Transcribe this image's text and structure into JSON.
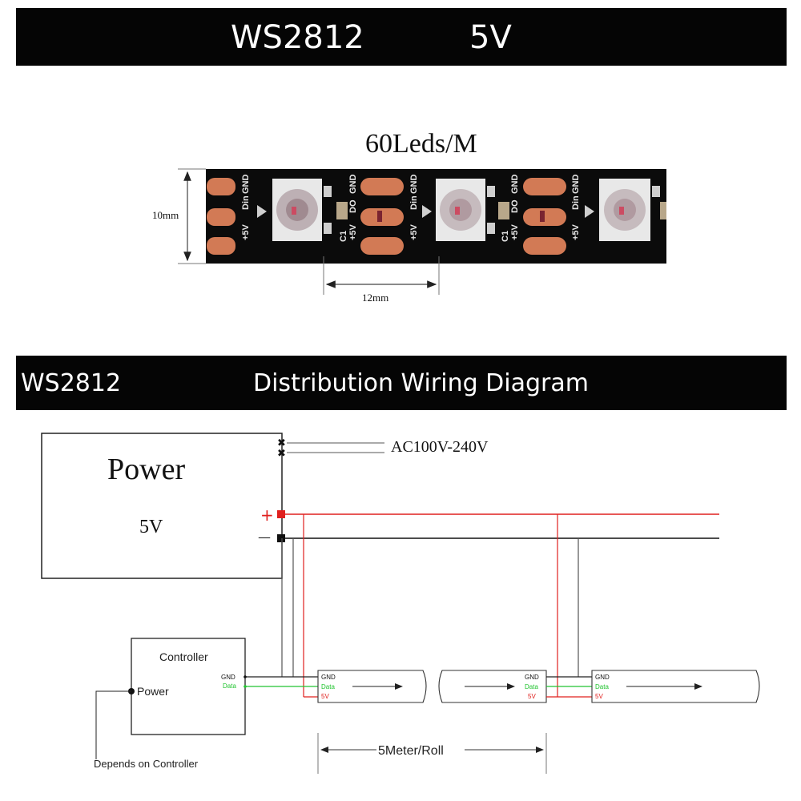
{
  "header": {
    "model": "WS2812",
    "voltage": "5V"
  },
  "strip": {
    "density": "60Leds/M",
    "width_label": "10mm",
    "pitch_label": "12mm",
    "pad_labels": {
      "din": "Din",
      "gnd": "GND",
      "plus5v": "+5V",
      "do": "DO",
      "cap": "C1"
    }
  },
  "section": {
    "model": "WS2812",
    "title": "Distribution Wiring Diagram"
  },
  "diagram": {
    "power_title": "Power",
    "power_voltage": "5V",
    "ac_label": "AC100V-240V",
    "plus_sign": "+",
    "minus_sign": "—",
    "controller_title": "Controller",
    "controller_power": "Power",
    "gnd": "GND",
    "data": "Data",
    "v5": "5V",
    "depends": "Depends on Controller",
    "roll_label": "5Meter/Roll"
  },
  "colors": {
    "red_wire": "#e0201e",
    "green_wire": "#22c430",
    "pad": "#d27a55",
    "strip_bg": "#0b0b0b"
  }
}
